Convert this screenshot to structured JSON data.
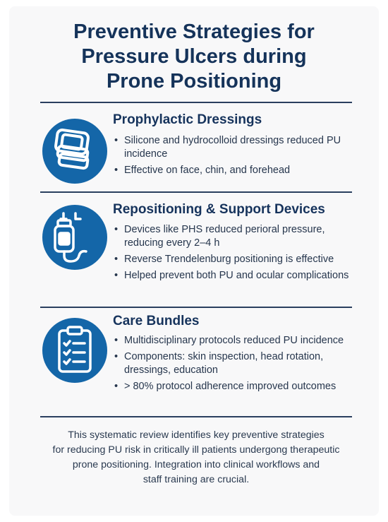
{
  "title": {
    "line1": "Preventive Strategies for",
    "line2": "Pressure Ulcers during",
    "line3": "Prone Positioning"
  },
  "colors": {
    "accent": "#1466a8",
    "heading": "#16335c",
    "rule": "#2a3f5f"
  },
  "sections": [
    {
      "icon": "layered-dressings-icon",
      "heading": "Prophylactic Dressings",
      "bullets": [
        "Silicone and hydrocolloid dressings reduced PU incidence",
        "Effective on face, chin, and forehead"
      ]
    },
    {
      "icon": "iv-bag-icon",
      "heading": "Repositioning & Support Devices",
      "bullets": [
        "Devices like PHS reduced perioral pressure, reducing every 2–4 h",
        "Reverse Trendelenburg positioning is effective",
        "Helped prevent both PU and ocular complications"
      ]
    },
    {
      "icon": "clipboard-checklist-icon",
      "heading": "Care Bundles",
      "bullets": [
        "Multidisciplinary protocols reduced PU incidence",
        "Components: skin inspection, head rotation, dressings, education",
        "> 80% protocol adherence improved outcomes"
      ]
    }
  ],
  "summary": {
    "line1": "This systematic review identifies key preventive strategies",
    "line2": "for reducing PU risk in critically ill patients undergong therapeutic",
    "line3": "prone positioning. Integration into clinical workflows and",
    "line4": "staff training are crucial."
  }
}
